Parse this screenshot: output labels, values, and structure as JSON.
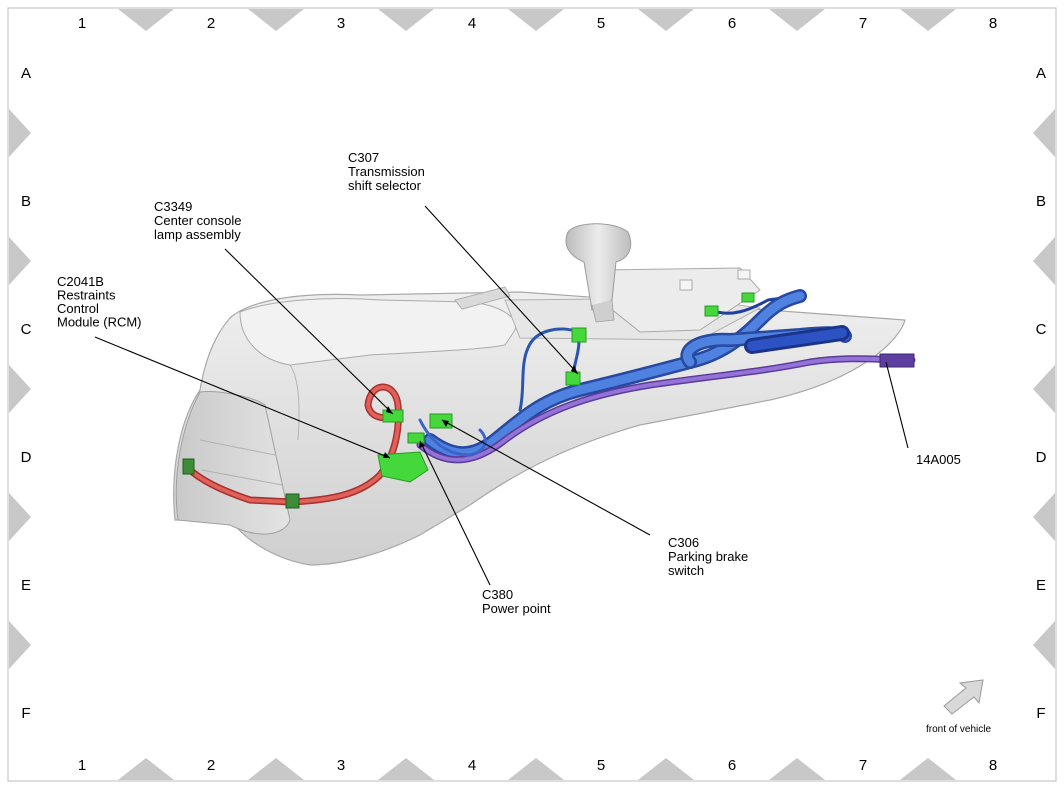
{
  "grid": {
    "columns": [
      "1",
      "2",
      "3",
      "4",
      "5",
      "6",
      "7",
      "8"
    ],
    "rows": [
      "A",
      "B",
      "C",
      "D",
      "E",
      "F"
    ]
  },
  "callouts": [
    {
      "id": "c307",
      "lines": [
        "C307",
        "Transmission",
        "shift selector"
      ]
    },
    {
      "id": "c3349",
      "lines": [
        "C3349",
        "Center console",
        "lamp assembly"
      ]
    },
    {
      "id": "c2041b",
      "lines": [
        "C2041B",
        "Restraints",
        "Control",
        "Module (RCM)"
      ]
    },
    {
      "id": "c306",
      "lines": [
        "C306",
        "Parking brake",
        "switch"
      ]
    },
    {
      "id": "c380",
      "lines": [
        "C380",
        "Power point"
      ]
    },
    {
      "id": "14a005",
      "lines": [
        "14A005"
      ]
    }
  ],
  "orientation": {
    "label": "front of vehicle",
    "icon": "arrow-icon"
  },
  "colors": {
    "harness_blue": "#3f6fce",
    "harness_dark_blue": "#1f3f9f",
    "harness_purple": "#7a5ab8",
    "harness_red": "#d9534f",
    "connector_green": "#44d83c",
    "console_gray": "#d9d9d9",
    "frame_gray": "#c8c8c8"
  }
}
